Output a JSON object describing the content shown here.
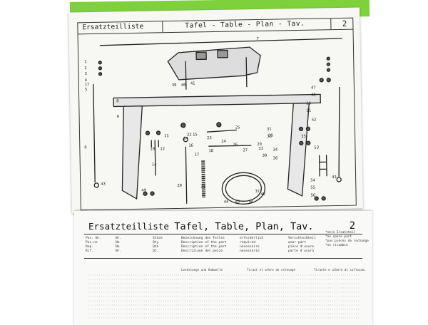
{
  "top_page": {
    "title": "Ersatzteilliste",
    "plan": "Tafel - Table - Plan - Tav.",
    "number": "2",
    "callouts": [
      "1",
      "2",
      "3",
      "4",
      "17",
      "5",
      "6",
      "7",
      "8",
      "9",
      "10",
      "11",
      "12",
      "13",
      "14",
      "15",
      "16",
      "17",
      "18",
      "19",
      "20",
      "21",
      "22",
      "23",
      "24",
      "25",
      "26",
      "27",
      "28",
      "29",
      "30",
      "31",
      "32",
      "33",
      "34",
      "35",
      "36",
      "37",
      "38",
      "39",
      "40",
      "41",
      "42",
      "43",
      "44",
      "45",
      "46",
      "47",
      "48",
      "49",
      "50",
      "51",
      "52",
      "53",
      "54",
      "55",
      "56"
    ]
  },
  "bottom_page": {
    "title_word": "Ersatzteilliste",
    "title_rest": "Tafel, Table, Plan, Tav.",
    "number": "2",
    "col_headers": {
      "pos": "Pos. Nr.\nPos.no\nRep.\nRif.",
      "ref": "Nr.\nNo\nNo\nNr.",
      "desc": "Bezeichnung des Teiles\nDescription of the part\nDescription of the part\nDescrizione del pezzo",
      "qty": "Stück\nQty\nQté\nQt.",
      "spare": "erforderlich\nrequired\nnécessaire\nnecessario",
      "note": "Verschleißteil\nwear part\npièce d'usure\nparte d'usura",
      "extra": "*nein Ersatzteil\n*no spare part\n*pas pièces de rechange\n*no ricambio"
    },
    "section_labels": [
      "Lenkstange und Hubwelle",
      "Tirant et arbre de relevage",
      "Tirante e albero di sollevam."
    ]
  }
}
